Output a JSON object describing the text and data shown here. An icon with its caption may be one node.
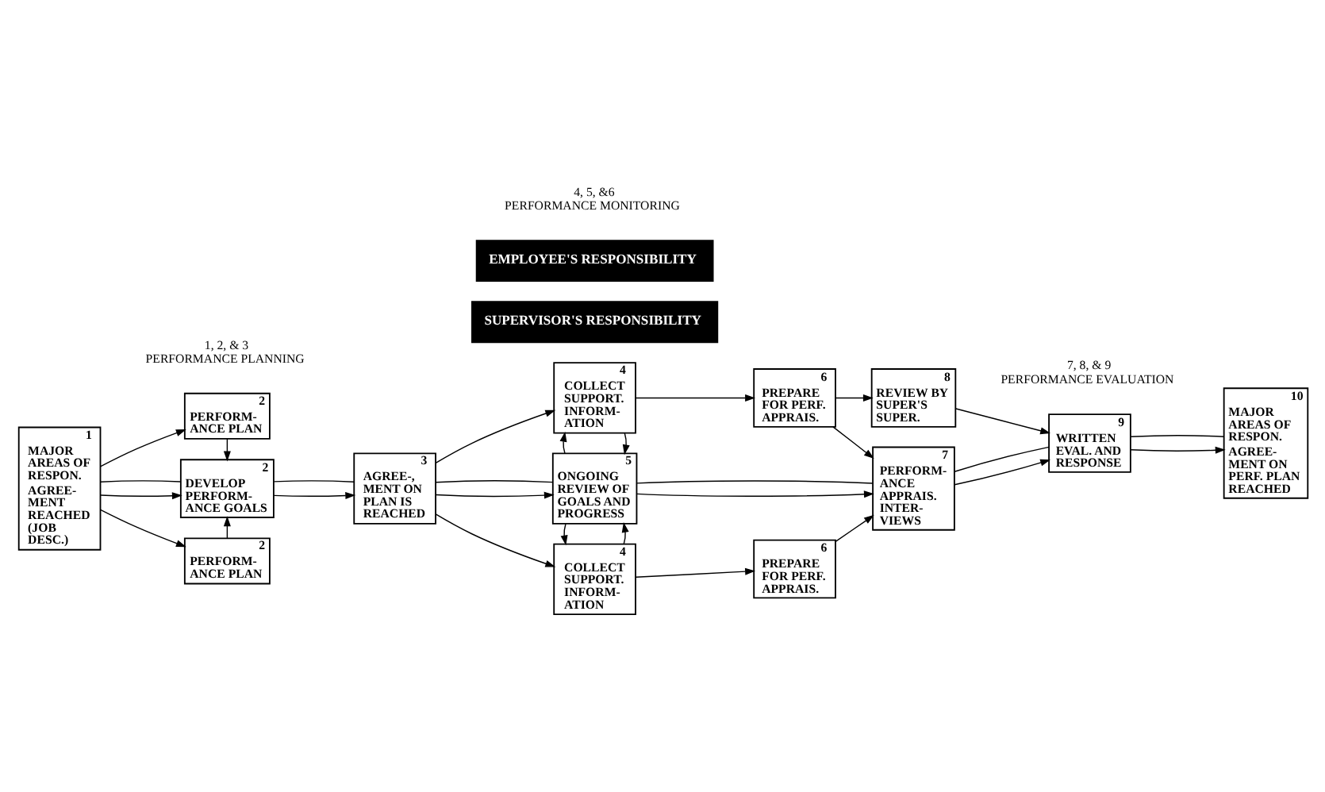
{
  "diagram": {
    "nodes": [
      {
        "text": [
          "1",
          "MAJOR AREAS OF RESPON.",
          "AGREE- MENT REACHED (JOB DESC.)"
        ]
      },
      {
        "text": [
          "2",
          "PERFORM- ANCE PLAN"
        ]
      },
      {
        "text": [
          "2",
          "DEVELOP PERFORM- ANCE GOALS"
        ]
      },
      {
        "text": [
          "2",
          "PERFORM- ANCE PLAN"
        ]
      },
      {
        "text": [
          "3",
          "AGREE-, MENT ON PLAN IS REACHED"
        ]
      },
      {
        "text": [
          "4",
          "COLLECT SUPPORT. INFORM- ATION"
        ]
      },
      {
        "text": [
          "SUPERVISOR'S RESPONSIBILITY"
        ]
      },
      {
        "text": [
          "5",
          "ONGOING REVIEW OF GOALS AND PROGRESS"
        ]
      },
      {
        "text": [
          "EMPLOYEE'S RESPONSIBILITY"
        ]
      },
      {
        "text": [
          "4",
          "COLLECT SUPPORT. INFORM- ATION"
        ]
      },
      {
        "text": [
          "6",
          "PREPARE FOR PERF. APPRAIS."
        ]
      },
      {
        "text": [
          "6",
          "PREPARE FOR PERF. APPRAIS."
        ]
      },
      {
        "text": [
          "7",
          "PERFORM- ANCE APPRAIS. INTER- VIEWS"
        ]
      },
      {
        "text": [
          "8",
          "REVIEW BY SUPER'S SUPER."
        ]
      },
      {
        "text": [
          "9",
          "WRITTEN EVAL. AND RESPONSE"
        ]
      },
      {
        "text": [
          "10",
          "MAJOR AREAS OF RESPON.",
          "AGREE- MENT ON PERF. PLAN REACHED"
        ]
      }
    ],
    "edges": [
      {
        "from": 0,
        "to": 1,
        "arrow": "to"
      },
      {
        "from": 1,
        "to": 2,
        "arrow": "to"
      },
      {
        "from": 0,
        "to": 3,
        "arrow": "to"
      },
      {
        "from": 3,
        "to": 2,
        "arrow": "to"
      },
      {
        "from": 0,
        "to": 2,
        "arrow": "to"
      },
      {
        "from": 0,
        "to": 2,
        "arrow": "none"
      },
      {
        "from": 2,
        "to": 4,
        "arrow": "to"
      },
      {
        "from": 2,
        "to": 4,
        "arrow": "none"
      },
      {
        "from": 4,
        "to": 5,
        "arrow": "to"
      },
      {
        "from": 4,
        "to": 9,
        "arrow": "to"
      },
      {
        "from": 4,
        "to": 7,
        "arrow": "to"
      },
      {
        "from": 4,
        "to": 7,
        "arrow": "none"
      },
      {
        "from": 5,
        "to": 7,
        "arrow": "to"
      },
      {
        "from": 7,
        "to": 5,
        "arrow": "to"
      },
      {
        "from": 5,
        "to": 10,
        "arrow": "to"
      },
      {
        "from": 9,
        "to": 7,
        "arrow": "to"
      },
      {
        "from": 7,
        "to": 9,
        "arrow": "to"
      },
      {
        "from": 9,
        "to": 11,
        "arrow": "to"
      },
      {
        "from": 10,
        "to": 13,
        "arrow": "to"
      },
      {
        "from": 10,
        "to": 12,
        "arrow": "to"
      },
      {
        "from": 11,
        "to": 12,
        "arrow": "to"
      },
      {
        "from": 7,
        "to": 12,
        "arrow": "to"
      },
      {
        "from": 7,
        "to": 12,
        "arrow": "none"
      },
      {
        "from": 13,
        "to": 14,
        "arrow": "to"
      },
      {
        "from": 12,
        "to": 14,
        "arrow": "to"
      },
      {
        "from": 12,
        "to": 14,
        "arrow": "none"
      },
      {
        "from": 14,
        "to": 15,
        "arrow": "to"
      },
      {
        "from": 14,
        "to": 15,
        "arrow": "none"
      }
    ],
    "labels": [
      "1, 2, & 3",
      "PERFORMANCE PLANNING",
      "4, 5, &6",
      "PERFORMANCE MONITORING",
      "7, 8, & 9",
      "PERFORMANCE EVALUATION"
    ]
  }
}
